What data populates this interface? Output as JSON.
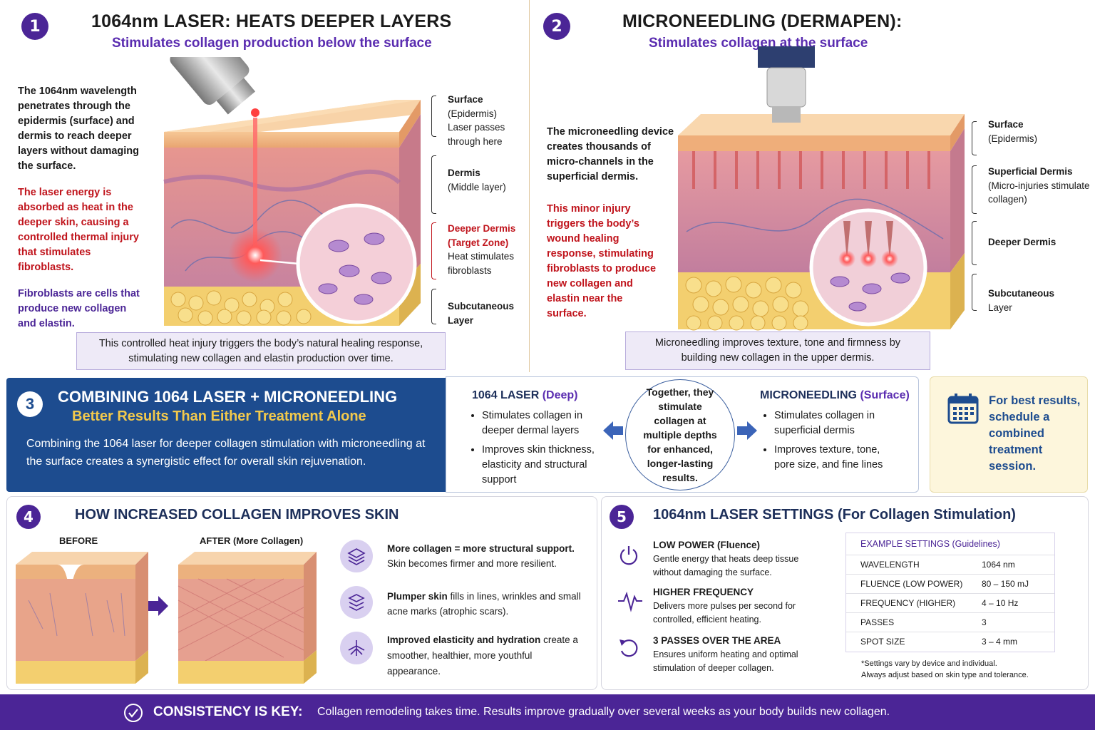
{
  "s1": {
    "num": "1",
    "title": "1064nm LASER: HEATS DEEPER LAYERS",
    "subtitle": "Stimulates collagen production below the surface",
    "p1": "The 1064nm wavelength penetrates through the epidermis (surface) and dermis to reach deeper layers without damaging the surface.",
    "p2": "The laser energy is absorbed as heat in the deeper skin, causing a controlled thermal injury that stimulates fibroblasts.",
    "p3": "Fibroblasts are cells that produce new collagen and elastin.",
    "callout": "This controlled heat injury triggers the body’s natural healing response, stimulating new collagen and elastin production over time.",
    "labels": [
      {
        "title": "Surface",
        "line2": "(Epidermis)",
        "note": "Laser passes through here"
      },
      {
        "title": "Dermis",
        "line2": "(Middle layer)",
        "note": ""
      },
      {
        "title": "Deeper Dermis",
        "line2": "(Target Zone)",
        "note": "Heat stimulates fibroblasts"
      },
      {
        "title": "Subcutaneous",
        "line2": "Layer",
        "note": ""
      }
    ]
  },
  "s2": {
    "num": "2",
    "title": "MICRONEEDLING (DERMAPEN):",
    "subtitle": "Stimulates collagen at the surface",
    "p1": "The microneedling device creates thousands of micro-channels in the superficial dermis.",
    "p2": "This minor injury triggers the body’s wound healing response, stimulating fibroblasts to produce new collagen and elastin near the surface.",
    "callout": "Microneedling improves texture, tone and firmness by building new collagen in the upper dermis.",
    "labels": [
      {
        "title": "Surface",
        "line2": "(Epidermis)"
      },
      {
        "title": "Superficial Dermis",
        "line2": "(Micro-injuries stimulate collagen)"
      },
      {
        "title": "Deeper Dermis",
        "line2": ""
      },
      {
        "title": "Subcutaneous",
        "line2": "Layer"
      }
    ]
  },
  "s3": {
    "num": "3",
    "title": "COMBINING 1064 LASER + MICRONEEDLING",
    "subtitle": "Better Results Than Either Treatment Alone",
    "body": "Combining the 1064 laser for deeper collagen stimulation with microneedling at the surface creates a synergistic effect for overall skin rejuvenation.",
    "left_title": "1064 LASER",
    "left_tag": "(Deep)",
    "left_items": [
      "Stimulates collagen in deeper dermal layers",
      "Improves skin thickness, elasticity and structural support"
    ],
    "center": "Together, they stimulate collagen at multiple depths for enhanced, longer-lasting results.",
    "right_title": "MICRONEEDLING",
    "right_tag": "(Surface)",
    "right_items": [
      "Stimulates collagen in superficial dermis",
      "Improves texture, tone, pore size, and fine lines"
    ],
    "cta": "For best results, schedule a combined treatment session."
  },
  "s4": {
    "num": "4",
    "title": "HOW INCREASED COLLAGEN IMPROVES SKIN",
    "before": "BEFORE",
    "after": "AFTER (More Collagen)",
    "items": [
      {
        "bold": "More collagen = more structural support.",
        "rest": "Skin becomes firmer and more resilient."
      },
      {
        "bold": "Plumper skin",
        "rest": "fills in lines, wrinkles and small acne marks (atrophic scars)."
      },
      {
        "bold": "Improved elasticity and hydration",
        "rest": "create a smoother, healthier, more youthful appearance."
      }
    ]
  },
  "s5": {
    "num": "5",
    "title": "1064nm LASER SETTINGS (For Collagen Stimulation)",
    "items": [
      {
        "title": "LOW POWER (Fluence)",
        "desc": "Gentle energy that heats deep tissue without damaging the surface."
      },
      {
        "title": "HIGHER FREQUENCY",
        "desc": "Delivers more pulses per second for controlled, efficient heating."
      },
      {
        "title": "3 PASSES OVER THE AREA",
        "desc": "Ensures uniform heating and optimal stimulation of deeper collagen."
      }
    ],
    "table_title": "EXAMPLE SETTINGS (Guidelines)",
    "rows": [
      [
        "WAVELENGTH",
        "1064 nm"
      ],
      [
        "FLUENCE (LOW POWER)",
        "80 – 150 mJ"
      ],
      [
        "FREQUENCY (HIGHER)",
        "4 – 10 Hz"
      ],
      [
        "PASSES",
        "3"
      ],
      [
        "SPOT SIZE",
        "3 – 4 mm"
      ]
    ],
    "note1": "*Settings vary by device and individual.",
    "note2": "Always adjust based on skin type and tolerance."
  },
  "footer": {
    "label": "CONSISTENCY IS KEY:",
    "text": "Collagen remodeling takes time. Results improve gradually over several weeks as your body builds new collagen."
  },
  "colors": {
    "accent": "#4b2596",
    "banner": "#1d4c8f",
    "gold": "#f2c94c",
    "red": "#c0141c"
  }
}
